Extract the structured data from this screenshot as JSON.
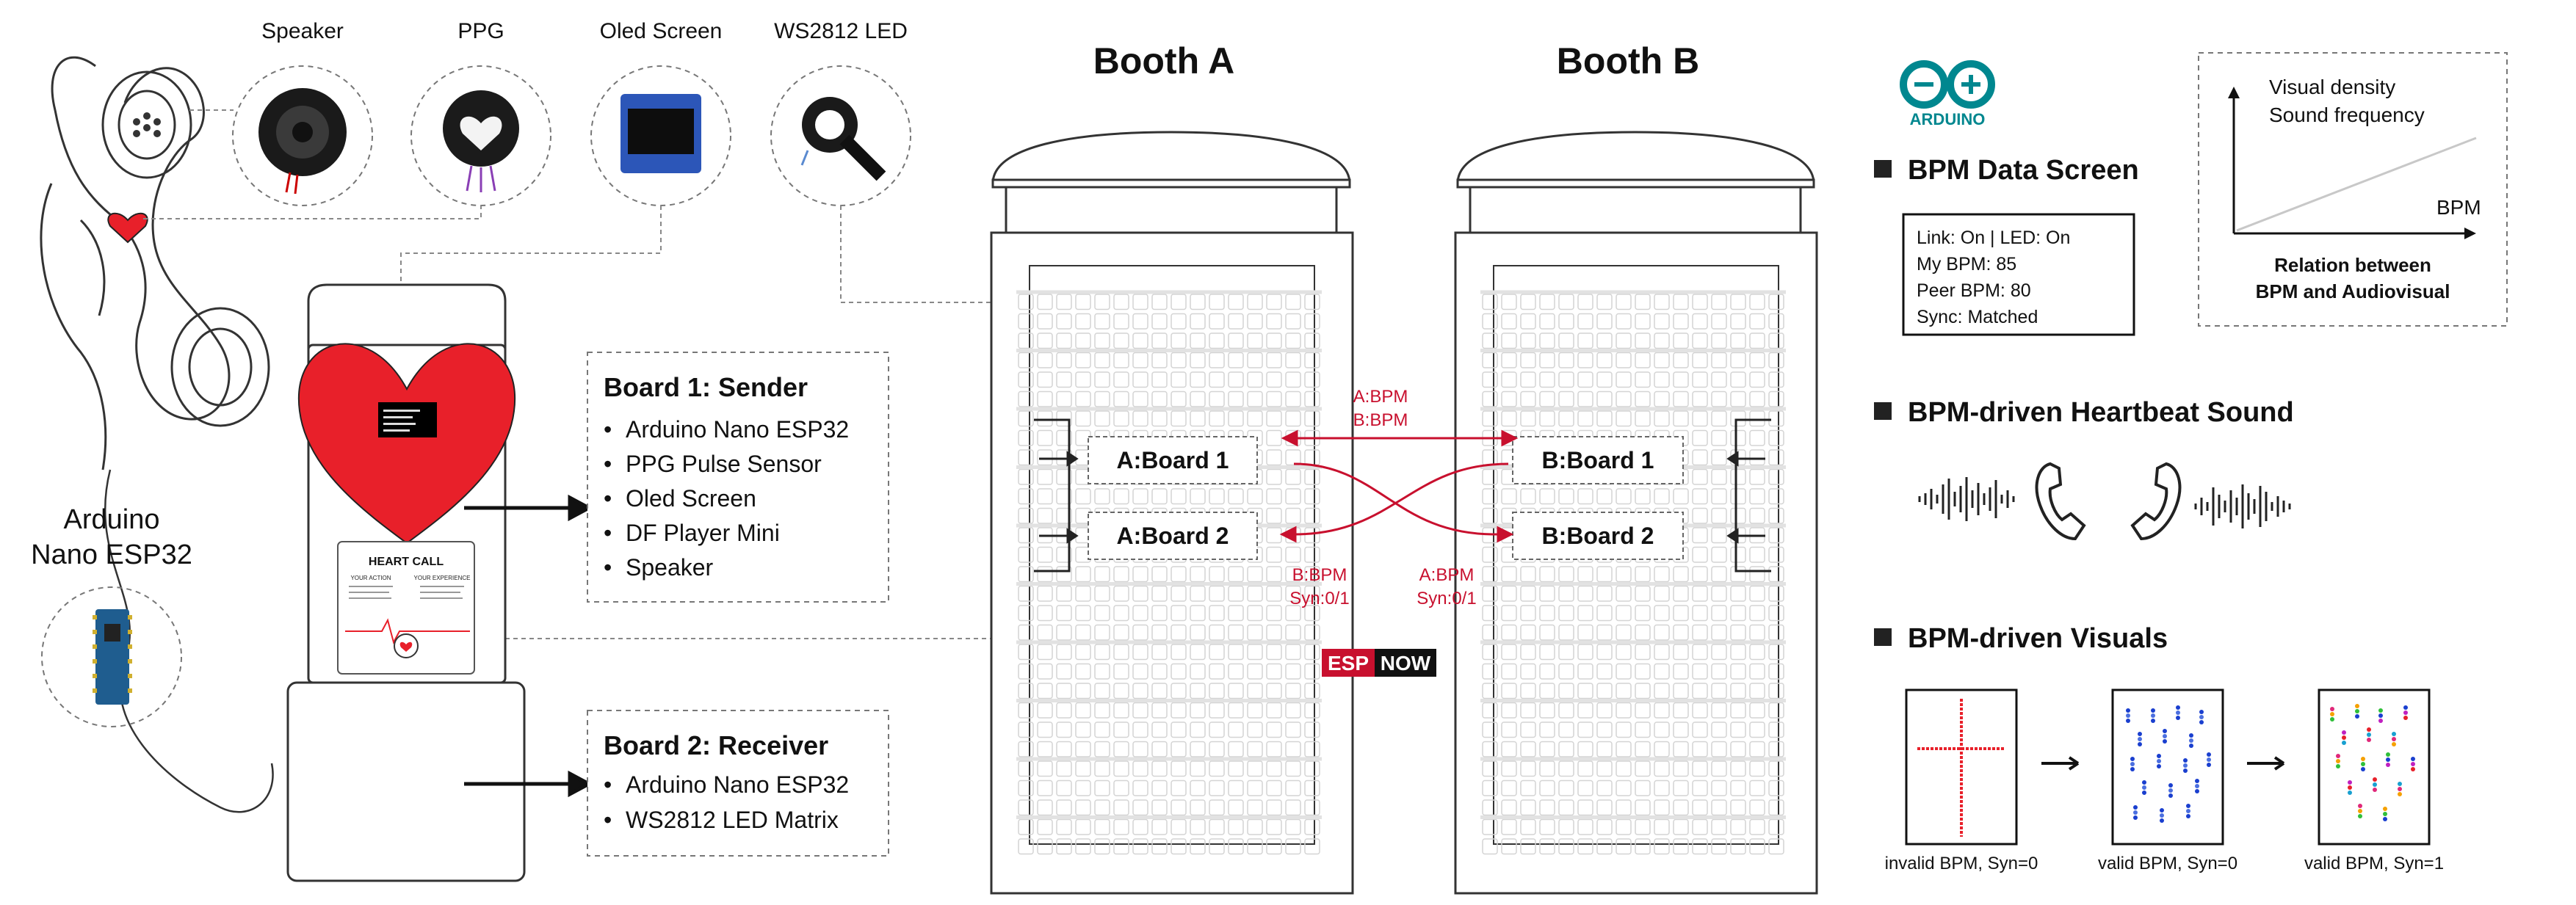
{
  "components": {
    "speaker": "Speaker",
    "ppg": "PPG",
    "oled": "Oled Screen",
    "led": "WS2812 LED"
  },
  "arduino_label": [
    "Arduino",
    "Nano ESP32"
  ],
  "board1": {
    "title": "Board 1: Sender",
    "items": [
      "Arduino Nano ESP32",
      "PPG Pulse Sensor",
      "Oled Screen",
      "DF Player Mini",
      "Speaker"
    ]
  },
  "board2": {
    "title": "Board 2: Receiver",
    "items": [
      "Arduino Nano ESP32",
      "WS2812 LED Matrix"
    ]
  },
  "phone_card": {
    "title": "HEART CALL",
    "col_left": "YOUR ACTION",
    "col_right": "YOUR EXPERIENCE"
  },
  "booths": {
    "a_title": "Booth A",
    "b_title": "Booth B",
    "a_board1": "A:Board 1",
    "a_board2": "A:Board 2",
    "b_board1": "B:Board 1",
    "b_board2": "B:Board 2"
  },
  "links": {
    "top_line1": "A:BPM",
    "top_line2": "B:BPM",
    "bl_line1": "B:BPM",
    "bl_line2": "Syn:0/1",
    "br_line1": "A:BPM",
    "br_line2": "Syn:0/1"
  },
  "espnow": {
    "esp": "ESP",
    "now": "NOW"
  },
  "arduino_logo_text": "ARDUINO",
  "relation": {
    "y_label1": "Visual density",
    "y_label2": "Sound frequency",
    "x_label": "BPM",
    "caption1": "Relation between",
    "caption2": "BPM and Audiovisual"
  },
  "sections": {
    "data_screen": "BPM Data Screen",
    "sound": "BPM-driven Heartbeat Sound",
    "visuals": "BPM-driven Visuals"
  },
  "screen_lines": [
    "Link: On | LED: On",
    "My BPM: 85",
    "Peer BPM: 80",
    "Sync: Matched"
  ],
  "visual_captions": [
    "invalid BPM, Syn=0",
    "valid BPM, Syn=0",
    "valid BPM, Syn=1"
  ],
  "colors": {
    "accent_red": "#c8102e",
    "heart_red": "#e8202a",
    "arduino_teal": "#00878f",
    "line_gray": "#888888"
  }
}
